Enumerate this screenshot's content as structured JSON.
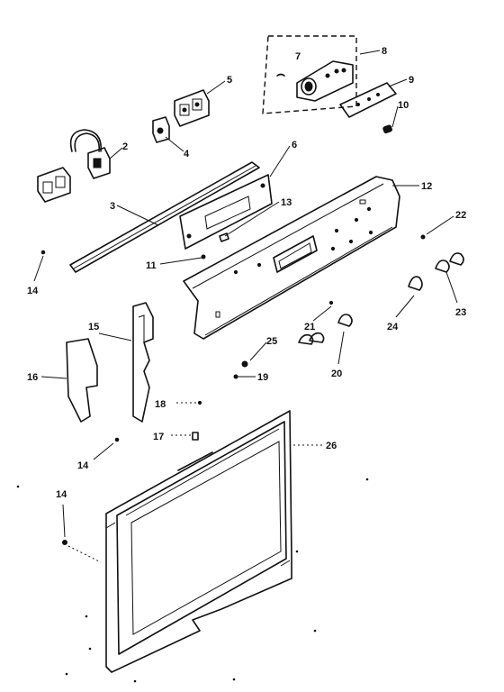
{
  "callouts": [
    {
      "id": "c2",
      "label": "2"
    },
    {
      "id": "c3",
      "label": "3"
    },
    {
      "id": "c4",
      "label": "4"
    },
    {
      "id": "c5",
      "label": "5"
    },
    {
      "id": "c6",
      "label": "6"
    },
    {
      "id": "c7",
      "label": "7"
    },
    {
      "id": "c8",
      "label": "8"
    },
    {
      "id": "c9",
      "label": "9"
    },
    {
      "id": "c10",
      "label": "10"
    },
    {
      "id": "c11",
      "label": "11"
    },
    {
      "id": "c12",
      "label": "12"
    },
    {
      "id": "c13",
      "label": "13"
    },
    {
      "id": "c14a",
      "label": "14"
    },
    {
      "id": "c14b",
      "label": "14"
    },
    {
      "id": "c14c",
      "label": "14"
    },
    {
      "id": "c15",
      "label": "15"
    },
    {
      "id": "c16",
      "label": "16"
    },
    {
      "id": "c17",
      "label": "17"
    },
    {
      "id": "c18",
      "label": "18"
    },
    {
      "id": "c19",
      "label": "19"
    },
    {
      "id": "c20",
      "label": "20"
    },
    {
      "id": "c21",
      "label": "21"
    },
    {
      "id": "c22",
      "label": "22"
    },
    {
      "id": "c23",
      "label": "23"
    },
    {
      "id": "c24",
      "label": "24"
    },
    {
      "id": "c25",
      "label": "25"
    },
    {
      "id": "c26",
      "label": "26"
    }
  ]
}
